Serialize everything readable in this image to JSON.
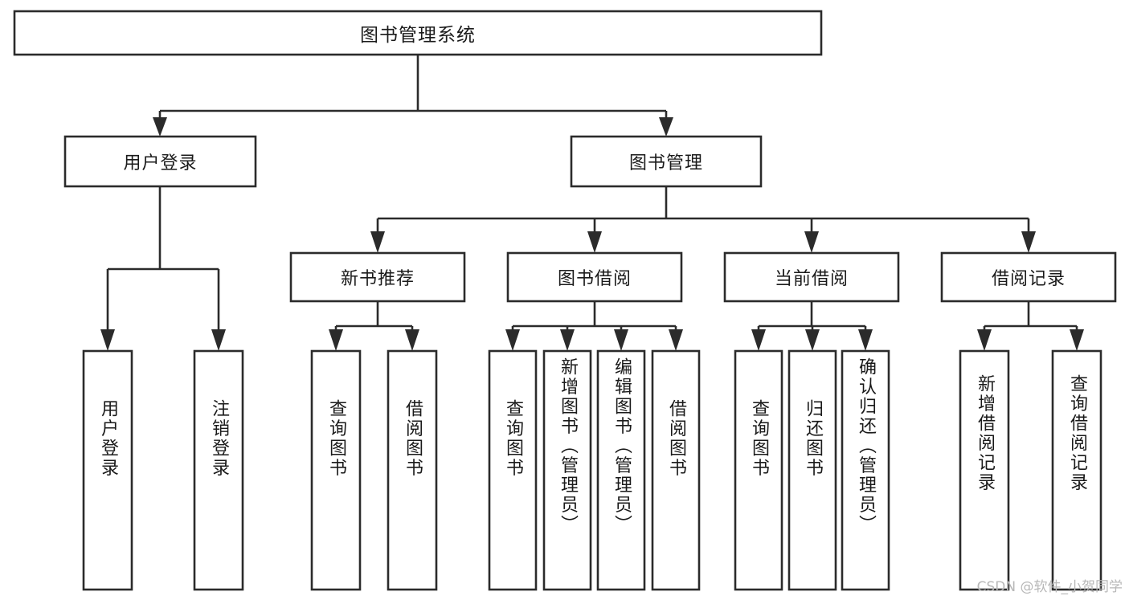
{
  "diagram": {
    "title": "图书管理系统",
    "type": "tree-hierarchy-diagram",
    "background_color": "#ffffff",
    "line_color": "#2b2b2b",
    "text_color": "#1a1a1a",
    "watermark": "CSDN @软件_小贺同学"
  },
  "root": {
    "label": "图书管理系统"
  },
  "level2": [
    {
      "label": "用户登录"
    },
    {
      "label": "图书管理"
    }
  ],
  "level3": [
    {
      "label": "新书推荐"
    },
    {
      "label": "图书借阅"
    },
    {
      "label": "当前借阅"
    },
    {
      "label": "借阅记录"
    }
  ],
  "leaves": {
    "user_login": [
      {
        "label": "用户登录"
      },
      {
        "label": "注销登录"
      }
    ],
    "new_book_recommend": [
      {
        "label": "查询图书"
      },
      {
        "label": "借阅图书"
      }
    ],
    "book_borrow": [
      {
        "label": "查询图书"
      },
      {
        "label": "新增图书（管理员）"
      },
      {
        "label": "编辑图书（管理员）"
      },
      {
        "label": "借阅图书"
      }
    ],
    "current_borrow": [
      {
        "label": "查询图书"
      },
      {
        "label": "归还图书"
      },
      {
        "label": "确认归还（管理员）"
      }
    ],
    "borrow_record": [
      {
        "label": "新增借阅记录"
      },
      {
        "label": "查询借阅记录"
      }
    ]
  }
}
